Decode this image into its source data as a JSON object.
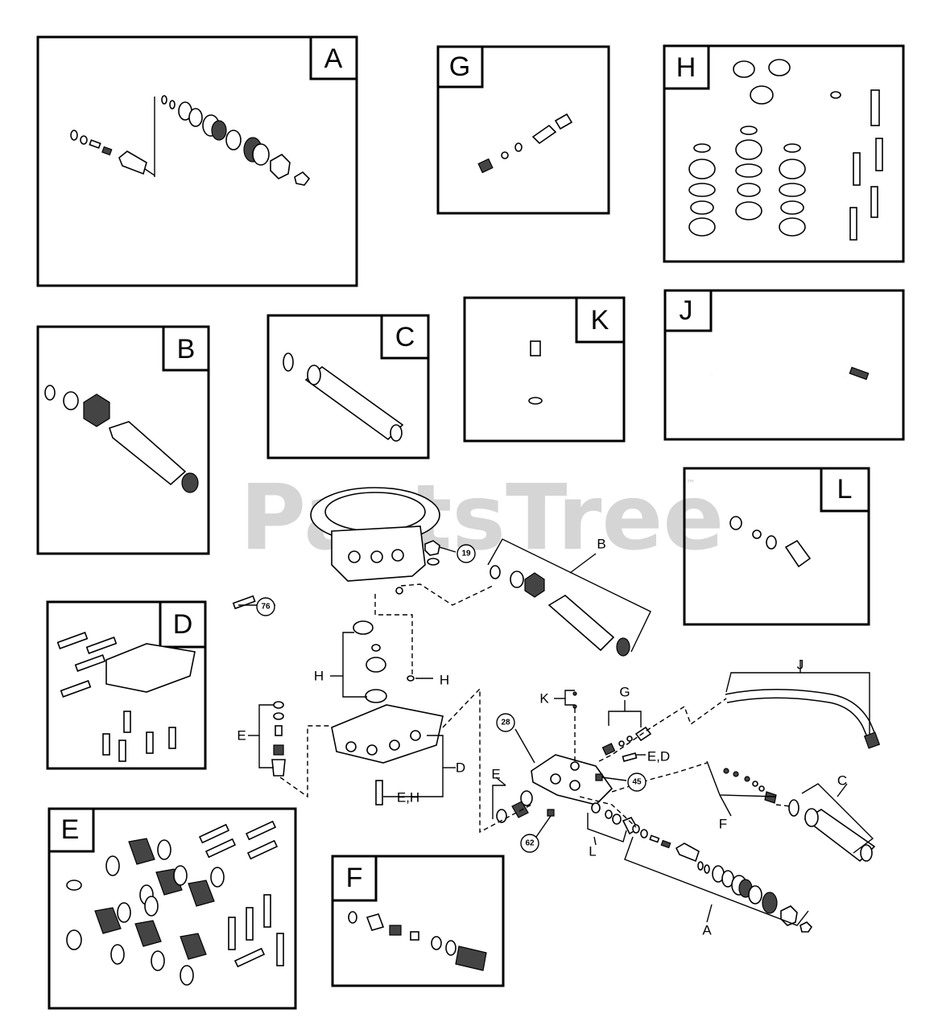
{
  "watermark": {
    "text": "PartsTree",
    "tm": "™"
  },
  "kits": [
    {
      "id": "A",
      "label": "A"
    },
    {
      "id": "G",
      "label": "G"
    },
    {
      "id": "H",
      "label": "H"
    },
    {
      "id": "B",
      "label": "B"
    },
    {
      "id": "C",
      "label": "C"
    },
    {
      "id": "K",
      "label": "K"
    },
    {
      "id": "J",
      "label": "J"
    },
    {
      "id": "L",
      "label": "L"
    },
    {
      "id": "D",
      "label": "D"
    },
    {
      "id": "E",
      "label": "E"
    },
    {
      "id": "F",
      "label": "F"
    }
  ],
  "callouts": {
    "b": "B",
    "h_left": "H",
    "h_right": "H",
    "e_left": "E",
    "e_h": "E,H",
    "d": "D",
    "k": "K",
    "g": "G",
    "e_d": "E,D",
    "j": "J",
    "e_mid": "E",
    "f": "F",
    "c": "C",
    "l": "L",
    "a": "A"
  },
  "ref_numbers": {
    "n19": "19",
    "n76": "76",
    "n28": "28",
    "n45": "45",
    "n62": "62"
  }
}
